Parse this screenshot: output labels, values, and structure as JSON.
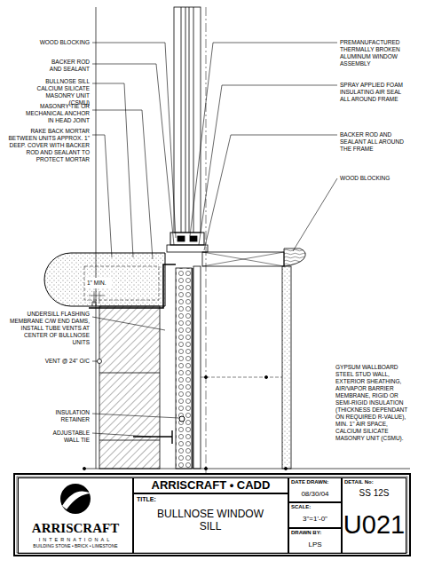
{
  "diagram": {
    "nodes": [
      {
        "text": [
          "ARRISCRAFT",
          "INTERNATIONAL",
          "BUILDING STONE • BRICK • LIMESTONE"
        ]
      },
      {
        "text": [
          "ARRISCRAFT • CADD"
        ]
      },
      {
        "text": [
          "TITLE:",
          "BULLNOSE WINDOW SILL"
        ]
      },
      {
        "text": [
          "DATE DRAWN:",
          "08/30/04"
        ]
      },
      {
        "text": [
          "SCALE:",
          "3\"=1'-0\""
        ]
      },
      {
        "text": [
          "DRAWN BY:",
          "LPS"
        ]
      },
      {
        "text": [
          "DETAIL No:",
          "SS 12S",
          "U021"
        ]
      }
    ],
    "labels": [
      "WOOD BLOCKING",
      "BACKER ROD AND SEALANT",
      "BULLNOSE SILL CALCIUM SILICATE MASONRY UNIT (CSMU)",
      "MASONRY TIE OR MECHANICAL ANCHOR IN HEAD JOINT",
      "RAKE BACK MORTAR BETWEEN UNITS APPROX. 1\" DEEP. COVER WITH BACKER ROD AND SEALANT TO PROTECT MORTAR",
      "1\" MIN.",
      "UNDERSILL FLASHING MEMBRANE C/W END DAMS, INSTALL TUBE VENTS AT CENTER OF BULLNOSE UNITS",
      "VENT @ 24\" O/C",
      "INSULATION RETAINER",
      "ADJUSTABLE WALL TIE",
      "PREMANUFACTURED THERMALLY BROKEN ALUMINUM WINDOW ASSEMBLY",
      "SPRAY APPLIED FOAM INSULATING AIR SEAL ALL AROUND FRAME",
      "BACKER ROD AND SEALANT ALL AROUND THE FRAME",
      "WOOD BLOCKING",
      "GYPSUM WALLBOARD STEEL STUD WALL, EXTERIOR SHEATHING, AIR/VAPOR BARRIER MEMBRANE, RIGID OR SEMI-RIGID INSULATION (THICKNESS DEPENDANT ON REQUIRED R-VALUE), MIN. 1\" AIR SPACE, CALCIUM SILICATE MASONRY UNIT (CSMU)."
    ]
  }
}
